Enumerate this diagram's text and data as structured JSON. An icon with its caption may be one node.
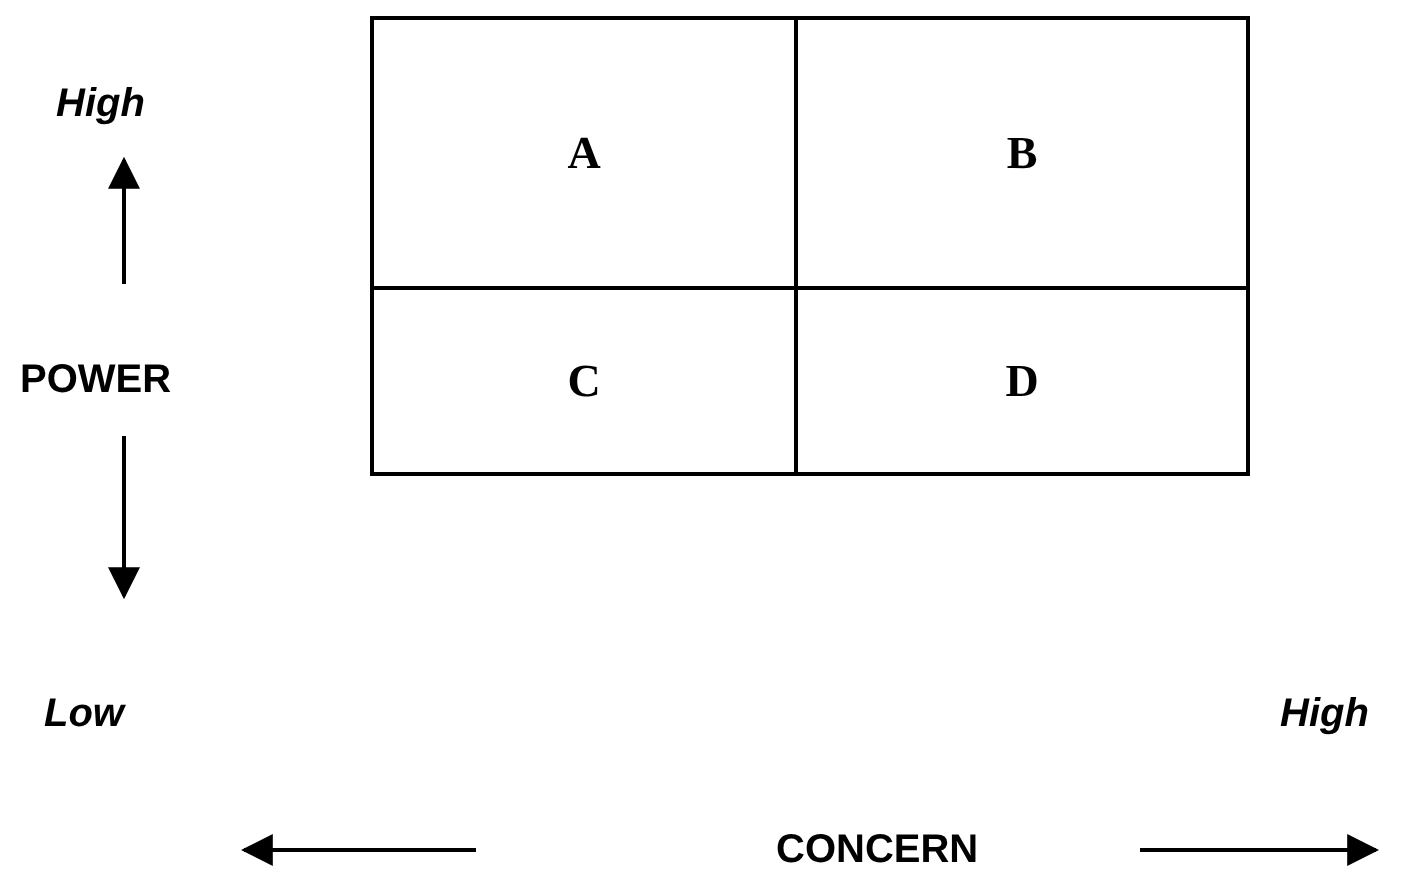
{
  "diagram": {
    "nodes": [
      {
        "text": [
          "A"
        ]
      },
      {
        "text": [
          "B"
        ]
      },
      {
        "text": [
          "C"
        ]
      },
      {
        "text": [
          "D"
        ]
      }
    ],
    "labels": [
      "High",
      "POWER",
      "Low",
      "High",
      "CONCERN"
    ]
  }
}
